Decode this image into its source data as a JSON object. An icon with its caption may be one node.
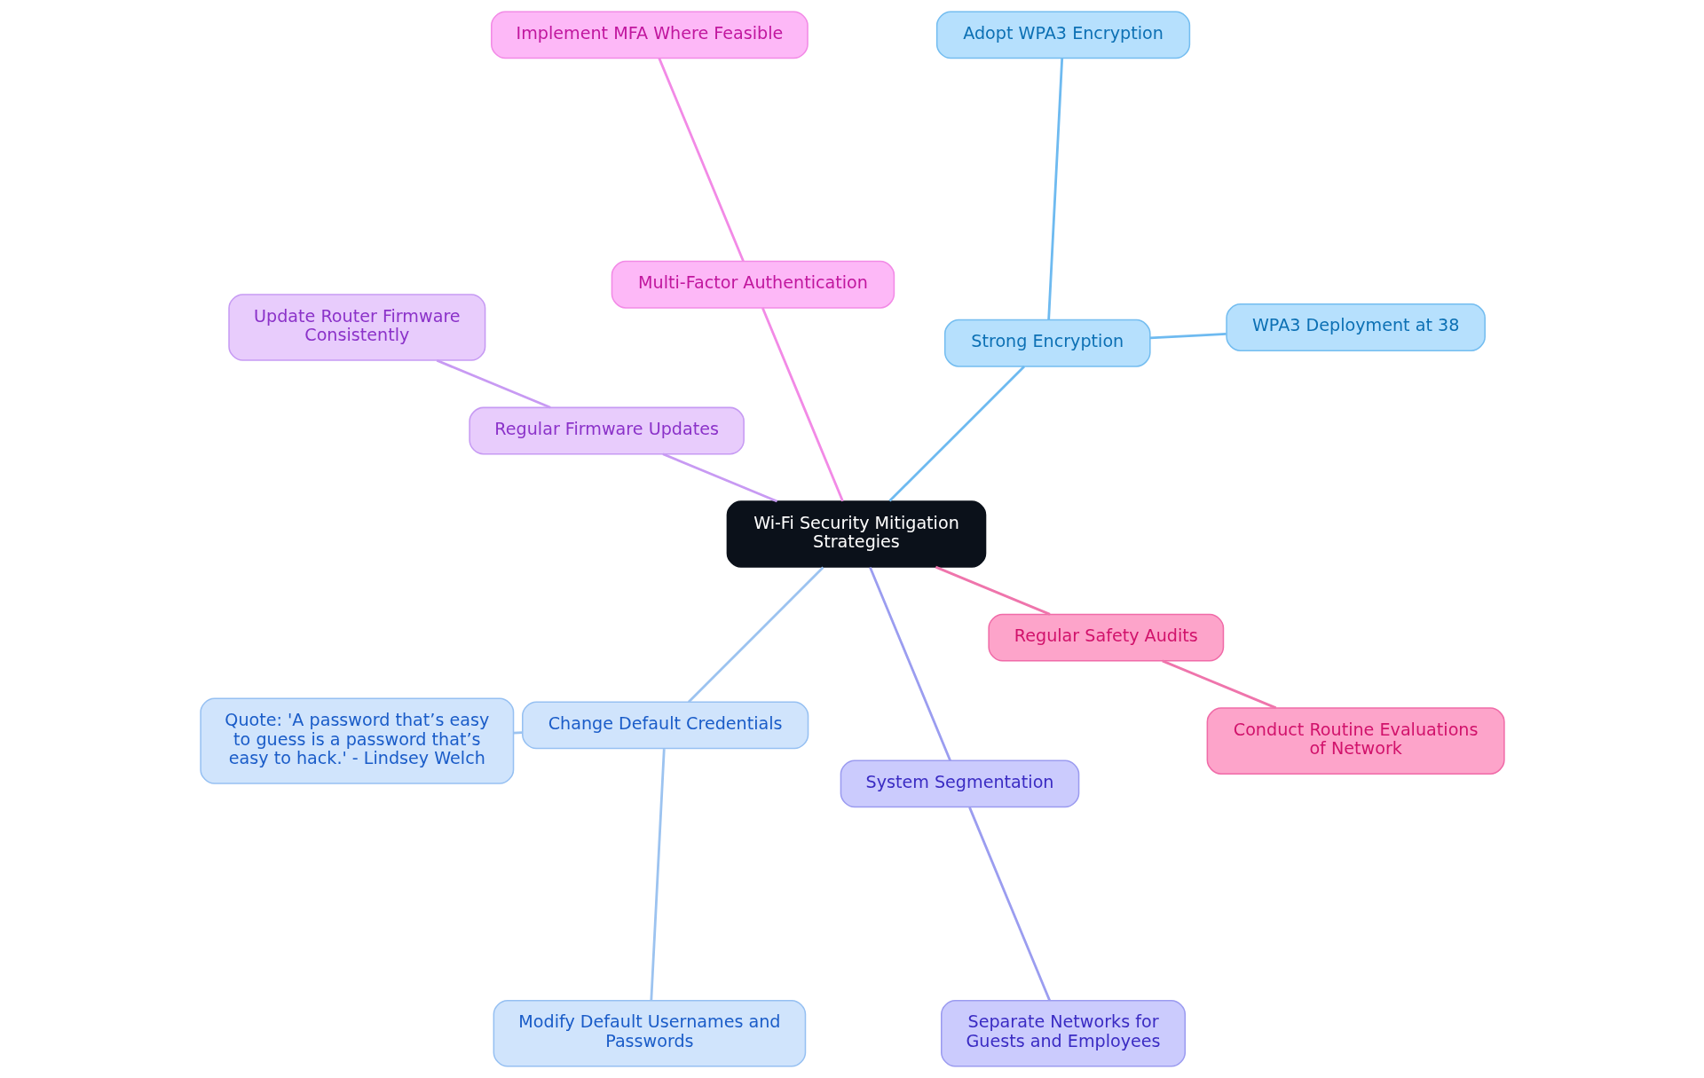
{
  "diagram": {
    "nodes": [
      {
        "text": [
          "Wi-Fi Security Mitigation Strategies"
        ]
      },
      {
        "text": [
          "Regular Firmware Updates"
        ]
      },
      {
        "text": [
          "Update Router Firmware Consistently"
        ]
      },
      {
        "text": [
          "Multi-Factor Authentication"
        ]
      },
      {
        "text": [
          "Implement MFA Where Feasible"
        ]
      },
      {
        "text": [
          "Change Default Credentials"
        ]
      },
      {
        "text": [
          "Quote: 'A password that’s easy to guess is a password that’s easy to hack.' - Lindsey Welch"
        ]
      },
      {
        "text": [
          "Modify Default Usernames and Passwords"
        ]
      },
      {
        "text": [
          "Strong Encryption"
        ]
      },
      {
        "text": [
          "WPA3 Deployment at 38"
        ]
      },
      {
        "text": [
          "Adopt WPA3 Encryption"
        ]
      },
      {
        "text": [
          "System Segmentation"
        ]
      },
      {
        "text": [
          "Separate Networks for Guests and Employees"
        ]
      },
      {
        "text": [
          "Regular Safety Audits"
        ]
      },
      {
        "text": [
          "Conduct Routine Evaluations of Network"
        ]
      }
    ],
    "edges": [
      {
        "from": 0,
        "to": 1,
        "arrow": "none",
        "color": "#c89af3"
      },
      {
        "from": 1,
        "to": 2,
        "arrow": "none",
        "color": "#c89af3"
      },
      {
        "from": 0,
        "to": 3,
        "arrow": "none",
        "color": "#f28ae6"
      },
      {
        "from": 3,
        "to": 4,
        "arrow": "none",
        "color": "#f28ae6"
      },
      {
        "from": 0,
        "to": 5,
        "arrow": "none",
        "color": "#9cc3f0"
      },
      {
        "from": 5,
        "to": 6,
        "arrow": "none",
        "color": "#9cc3f0"
      },
      {
        "from": 5,
        "to": 7,
        "arrow": "none",
        "color": "#9cc3f0"
      },
      {
        "from": 0,
        "to": 8,
        "arrow": "none",
        "color": "#6ebaf0"
      },
      {
        "from": 8,
        "to": 9,
        "arrow": "none",
        "color": "#6ebaf0"
      },
      {
        "from": 8,
        "to": 10,
        "arrow": "none",
        "color": "#6ebaf0"
      },
      {
        "from": 0,
        "to": 11,
        "arrow": "none",
        "color": "#9b9df0"
      },
      {
        "from": 11,
        "to": 12,
        "arrow": "none",
        "color": "#9b9df0"
      },
      {
        "from": 0,
        "to": 13,
        "arrow": "none",
        "color": "#ef75ac"
      },
      {
        "from": 13,
        "to": 14,
        "arrow": "none",
        "color": "#ef75ac"
      }
    ]
  }
}
